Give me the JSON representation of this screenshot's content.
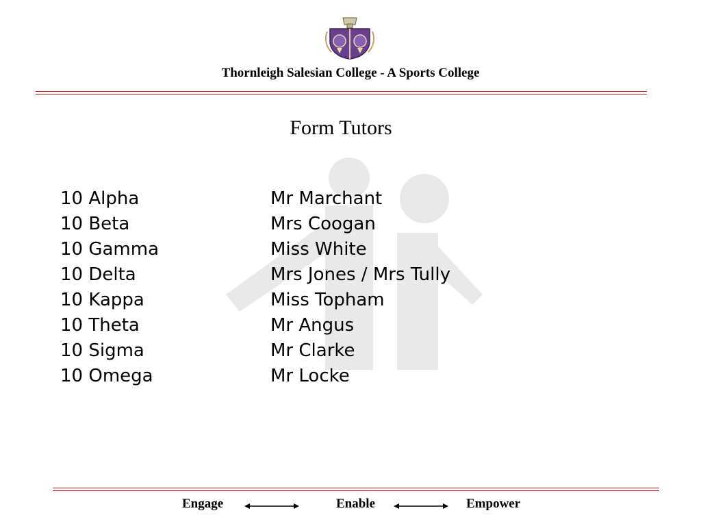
{
  "header": {
    "college_name": "Thornleigh Salesian College - A Sports College",
    "logo_icon": "college-crest-icon",
    "rule_color": "#c0181a"
  },
  "slide": {
    "title": "Form Tutors",
    "watermark_icon": "figures-watermark-icon",
    "rows": [
      {
        "form": "10 Alpha",
        "tutor": "Mr Marchant"
      },
      {
        "form": "10 Beta",
        "tutor": "Mrs Coogan"
      },
      {
        "form": "10 Gamma",
        "tutor": "Miss White"
      },
      {
        "form": "10 Delta",
        "tutor": "Mrs Jones / Mrs Tully"
      },
      {
        "form": "10 Kappa",
        "tutor": "Miss Topham"
      },
      {
        "form": "10 Theta",
        "tutor": "Mr Angus"
      },
      {
        "form": "10 Sigma",
        "tutor": "Mr Clarke"
      },
      {
        "form": "10 Omega",
        "tutor": "Mr Locke"
      }
    ]
  },
  "footer": {
    "words": [
      "Engage",
      "Enable",
      "Empower"
    ],
    "arrow_icon": "double-arrow-icon"
  }
}
